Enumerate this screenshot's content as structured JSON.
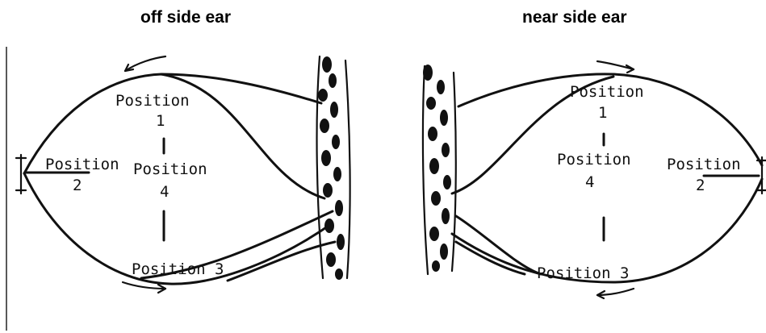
{
  "panels": {
    "left": {
      "title": "off side ear",
      "labels": {
        "p1a": "Position",
        "p1b": "1",
        "p2a": "Position",
        "p2b": "2",
        "p4a": "Position",
        "p4b": "4",
        "p3": "Position 3"
      }
    },
    "right": {
      "title": "near side ear",
      "labels": {
        "p1a": "Position",
        "p1b": "1",
        "p4a": "Position",
        "p4b": "4",
        "p2a": "Position",
        "p2b": "2",
        "p3": "Position 3"
      }
    }
  }
}
